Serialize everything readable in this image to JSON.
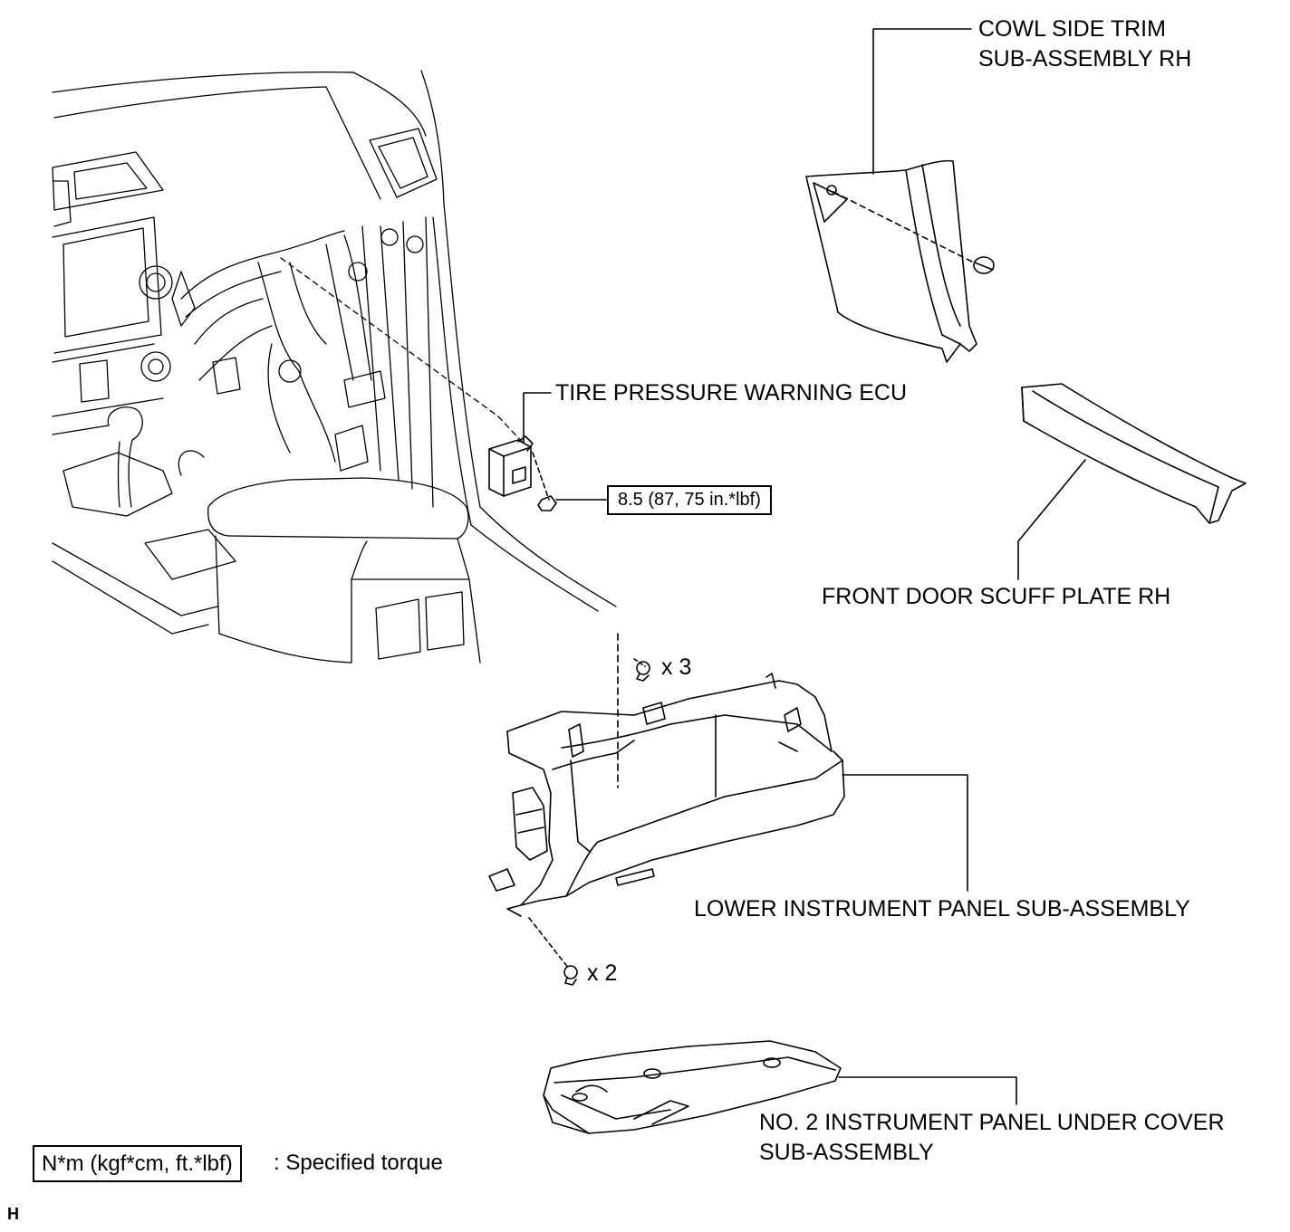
{
  "callouts": {
    "cowl_side_trim": [
      "COWL SIDE TRIM",
      "SUB-ASSEMBLY RH"
    ],
    "tire_pressure_ecu": "TIRE PRESSURE WARNING ECU",
    "front_door_scuff": "FRONT DOOR SCUFF PLATE RH",
    "lower_instrument_panel": "LOWER INSTRUMENT PANEL SUB-ASSEMBLY",
    "no2_under_cover": [
      "NO. 2 INSTRUMENT PANEL UNDER COVER",
      "SUB-ASSEMBLY"
    ]
  },
  "fasteners": {
    "upper_screws_qty": "x 3",
    "lower_screws_qty": "x 2"
  },
  "torque": {
    "ecu_nut": "8.5 (87, 75 in.*lbf)"
  },
  "legend": {
    "box_text": "N*m (kgf*cm, ft.*lbf)",
    "description": ": Specified torque"
  },
  "corner_code": "H"
}
